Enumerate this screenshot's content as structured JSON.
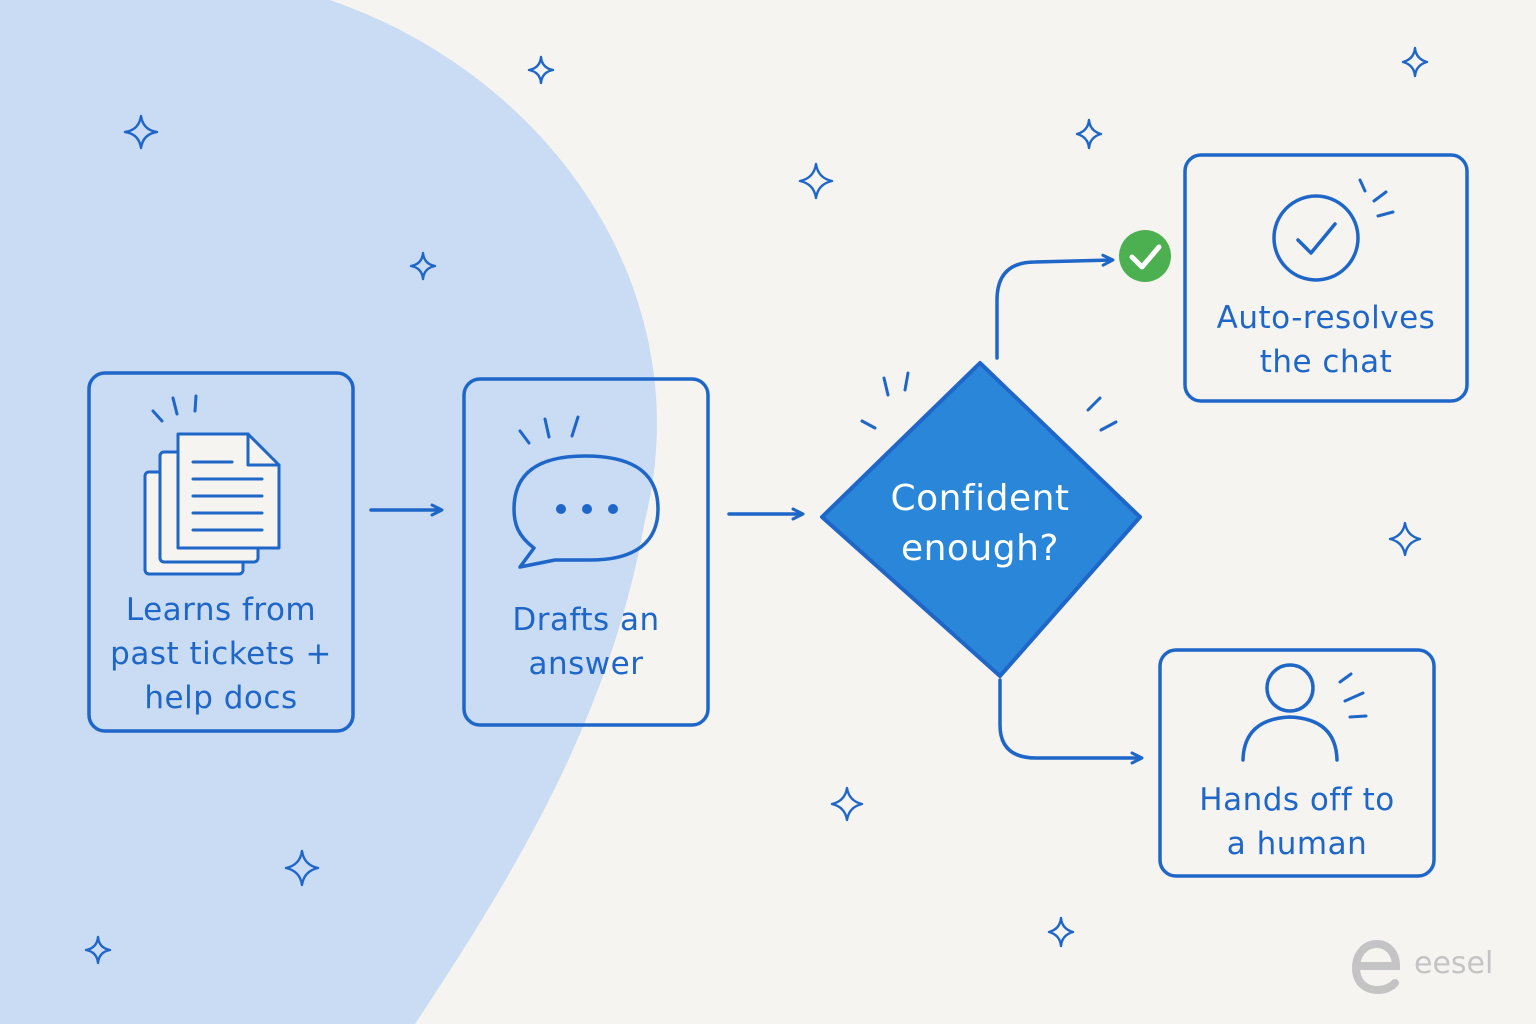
{
  "nodes": {
    "learn": {
      "lines": [
        "Learns from",
        "past tickets +",
        "help docs"
      ],
      "icon": "documents-icon"
    },
    "draft": {
      "lines": [
        "Drafts an",
        "answer"
      ],
      "icon": "chat-bubble-icon"
    },
    "decision": {
      "lines": [
        "Confident",
        "enough?"
      ]
    },
    "resolve": {
      "lines": [
        "Auto-resolves",
        "the chat"
      ],
      "icon": "check-circle-icon"
    },
    "handoff": {
      "lines": [
        "Hands off to",
        "a human"
      ],
      "icon": "person-icon"
    }
  },
  "branch_badge": {
    "icon": "check-badge-icon",
    "color": "#4caf50"
  },
  "brand": {
    "name": "eesel"
  },
  "colors": {
    "stroke": "#1f66c9",
    "diamond_fill": "#2a86d9",
    "background": "#f5f4f0",
    "blob": "#c9dcf3",
    "brand_gray": "#c4c4c4"
  }
}
